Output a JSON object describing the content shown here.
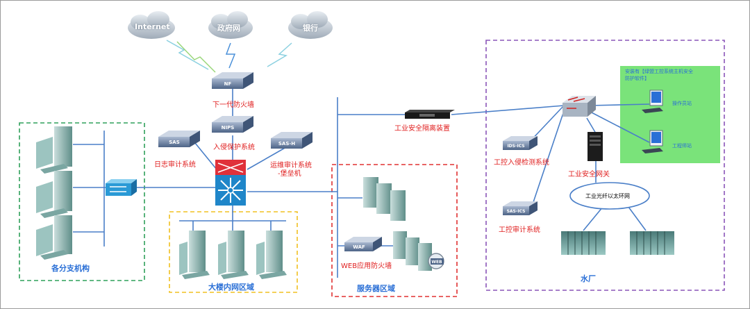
{
  "clouds": [
    {
      "label": "Internet"
    },
    {
      "label": "政府网"
    },
    {
      "label": "银行"
    }
  ],
  "devices": {
    "nf": {
      "label": "NF",
      "caption": "下一代防火墙"
    },
    "nips": {
      "label": "NIPS",
      "caption": "入侵保护系统"
    },
    "sas": {
      "label": "SAS",
      "caption": "日志审计系统"
    },
    "sash": {
      "label": "SAS-H",
      "caption_line1": "运维审计系统",
      "caption_line2": "-堡垒机"
    },
    "waf": {
      "label": "WAF",
      "caption": "WEB应用防火墙"
    },
    "isolation": {
      "caption": "工业安全隔离装置"
    },
    "ids_ics": {
      "label": "IDS-ICS",
      "caption": "工控入侵检测系统"
    },
    "sas_ics": {
      "label": "SAS-ICS",
      "caption": "工控审计系统"
    },
    "gateway": {
      "caption": "工业安全网关"
    },
    "ring": {
      "label": "工业光纤以太环网"
    },
    "web_badge": {
      "label": "WEB"
    }
  },
  "zones": {
    "branch": {
      "label": "各分支机构"
    },
    "building": {
      "label": "大楼内网区域"
    },
    "server": {
      "label": "服务器区域"
    },
    "plant": {
      "label": "水厂"
    }
  },
  "green_panel": {
    "title_line1": "安装有【绿盟工控系统主机安全",
    "title_line2": "防护软件】",
    "stations": [
      {
        "label": "操作员站"
      },
      {
        "label": "工程师站"
      }
    ]
  },
  "colors": {
    "branch_border": "#2fa05a",
    "building_border": "#f0c020",
    "server_border": "#e03030",
    "plant_border": "#8a55b8",
    "line": "#4a7fc8",
    "panel_bg": "#7ae37a",
    "caption_red": "#e02020",
    "caption_blue": "#2a6fd6"
  }
}
